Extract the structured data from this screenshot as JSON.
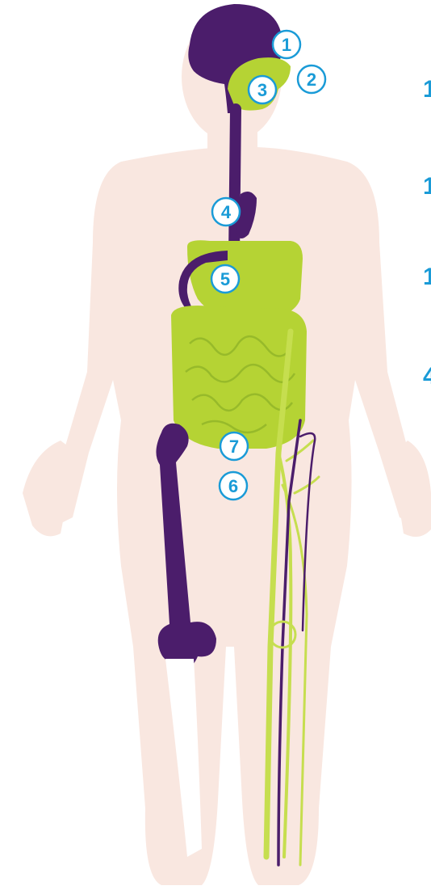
{
  "colors": {
    "body": "#F9E7E0",
    "purple": "#4B1D6B",
    "green": "#B5D334",
    "green_dark": "#97BA2A",
    "vein_green": "#C6DE4F",
    "label_blue": "#1A9BD7",
    "bone_white": "#FFFFFF"
  },
  "labels": [
    {
      "id": "1",
      "text": "1"
    },
    {
      "id": "2",
      "text": "2"
    },
    {
      "id": "3",
      "text": "3"
    },
    {
      "id": "4",
      "text": "4"
    },
    {
      "id": "5",
      "text": "5"
    },
    {
      "id": "6",
      "text": "6"
    },
    {
      "id": "7",
      "text": "7"
    }
  ],
  "edge_text": [
    {
      "text": "1"
    },
    {
      "text": "1"
    },
    {
      "text": "1"
    },
    {
      "text": "4"
    }
  ],
  "icons": {
    "figure": "human-body-silhouette",
    "brain": "brain-icon",
    "stomach": "stomach-icon",
    "intestine": "intestine-icon",
    "bone": "femur-bone-icon"
  }
}
